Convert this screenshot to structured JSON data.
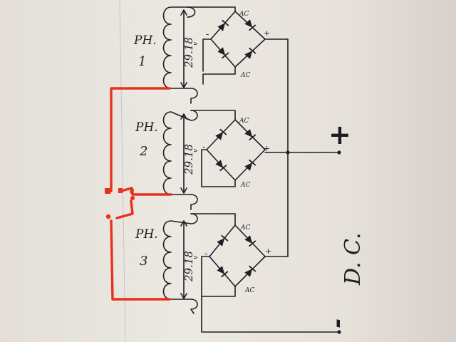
{
  "phases": [
    {
      "ph": "PH.",
      "num": "1",
      "voltage": "29.18",
      "unit": "v"
    },
    {
      "ph": "PH.",
      "num": "2",
      "voltage": "29.18",
      "unit": "v"
    },
    {
      "ph": "PH.",
      "num": "3",
      "voltage": "29.18",
      "unit": "v"
    }
  ],
  "bridge_labels": {
    "ac": "AC",
    "plus": "+",
    "minus": "-"
  },
  "output": {
    "positive": "+",
    "negative": "-",
    "dc_label": "D. C."
  },
  "colors": {
    "ink": "#1f1f26",
    "switch_wire": "#e8311c",
    "paper": "#e8e3dc"
  }
}
